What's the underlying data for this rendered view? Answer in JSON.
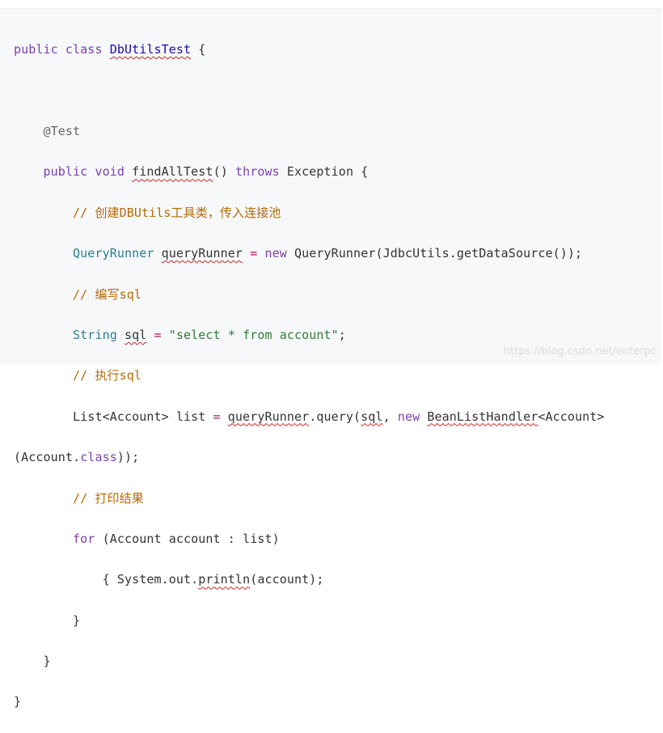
{
  "code": {
    "class_decl_kw": "public class ",
    "class_name": "DbUtilsTest",
    "open_brace": " {",
    "annotation": "@Test",
    "method_mod": "public void ",
    "method_name": "findAllTest",
    "method_rest": "() ",
    "throws_kw": "throws",
    "exception": " Exception {",
    "comment1": "// 创建DBUtils工具类，传入连接池",
    "line_qr_type": "QueryRunner ",
    "line_qr_var": "queryRunner",
    "line_qr_eq": " = ",
    "line_qr_new": "new ",
    "line_qr_rest": "QueryRunner(JdbcUtils.getDataSource());",
    "comment2": "// 编写sql",
    "sql_type": "String ",
    "sql_var": "sql",
    "sql_eq": " = ",
    "sql_value": "\"select * from account\"",
    "sql_end": ";",
    "comment3": "// 执行sql",
    "list_decl": "List<Account> list ",
    "list_eq": "= ",
    "list_qr": "queryRunner",
    "list_query": ".query(",
    "list_sql": "sql",
    "list_comma": ", ",
    "list_new": "new ",
    "list_handler": "BeanListHandler",
    "list_generic": "<Account>",
    "list_wrap": "(Account.",
    "list_class_kw": "class",
    "list_wrap_end": "));",
    "comment4": "// 打印结果",
    "for_kw": "for",
    "for_rest": " (Account account : list)",
    "for_body": "{ System.out.",
    "println": "println",
    "for_body_end": "(account);",
    "close_inner": "}",
    "close_method": "}",
    "close_class": "}"
  },
  "watermark": "https://blog.csdn.net/enterpc"
}
